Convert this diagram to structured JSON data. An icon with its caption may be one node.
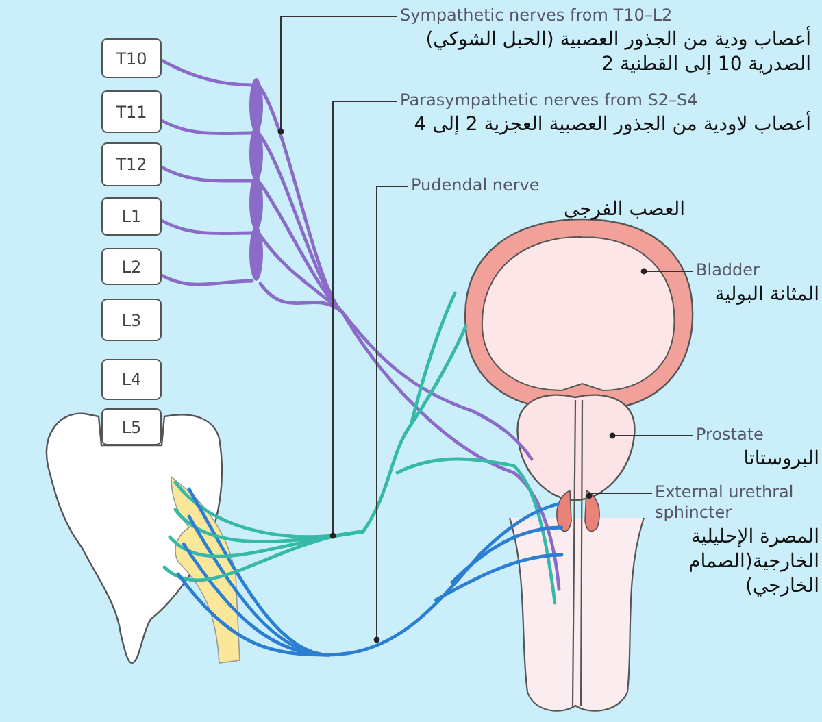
{
  "diagram": {
    "nodes": [
      {
        "text": [
          "T10"
        ]
      },
      {
        "text": [
          "T11"
        ]
      },
      {
        "text": [
          "T12"
        ]
      },
      {
        "text": [
          "L1"
        ]
      },
      {
        "text": [
          "L2"
        ]
      },
      {
        "text": [
          "L3"
        ]
      },
      {
        "text": [
          "L4"
        ]
      },
      {
        "text": [
          "L5"
        ]
      },
      {
        "text": [
          "Sympathetic nerves from T10–L2",
          "أعصاب ودية من الجذور العصبية (الحبل الشوكي) الصدرية 10 إلى القطنية 2"
        ]
      },
      {
        "text": [
          "Parasympathetic nerves from S2–S4",
          "أعصاب لاودية من الجذور العصبية العجزية 2 إلى 4"
        ]
      },
      {
        "text": [
          "Pudendal nerve",
          "العصب الفرجي"
        ]
      },
      {
        "text": [
          "Bladder",
          "المثانة البولية"
        ]
      },
      {
        "text": [],
        "shape": "picture"
      },
      {
        "text": [
          "Prostate",
          "البروستاتا"
        ]
      },
      {
        "text": [],
        "shape": "picture"
      },
      {
        "text": [
          "External urethral sphincter",
          "المصرة الإحليلية الخارجية(الصمام الخارجي)"
        ]
      },
      {
        "text": [],
        "shape": "picture"
      }
    ],
    "edges": [
      {
        "from": 8,
        "to": null,
        "arrow": "other"
      },
      {
        "from": 9,
        "to": null,
        "arrow": "other"
      },
      {
        "from": 10,
        "to": null,
        "arrow": "other"
      },
      {
        "from": 11,
        "to": 12,
        "arrow": "other"
      },
      {
        "from": 13,
        "to": 14,
        "arrow": "other"
      },
      {
        "from": 15,
        "to": 16,
        "arrow": "other"
      }
    ]
  }
}
